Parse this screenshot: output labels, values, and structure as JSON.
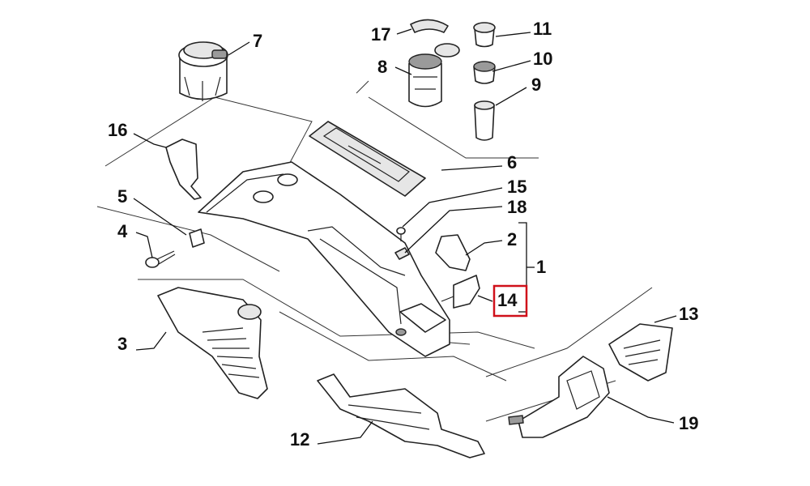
{
  "highlight": {
    "part": "14",
    "color": "#d0101a"
  },
  "callouts": [
    {
      "id": "17",
      "text": "17"
    },
    {
      "id": "11",
      "text": "11"
    },
    {
      "id": "7",
      "text": "7"
    },
    {
      "id": "8",
      "text": "8"
    },
    {
      "id": "10",
      "text": "10"
    },
    {
      "id": "9",
      "text": "9"
    },
    {
      "id": "16",
      "text": "16"
    },
    {
      "id": "6",
      "text": "6"
    },
    {
      "id": "5",
      "text": "5"
    },
    {
      "id": "15",
      "text": "15"
    },
    {
      "id": "18",
      "text": "18"
    },
    {
      "id": "4",
      "text": "4"
    },
    {
      "id": "2",
      "text": "2"
    },
    {
      "id": "1",
      "text": "1"
    },
    {
      "id": "14",
      "text": "14"
    },
    {
      "id": "3",
      "text": "3"
    },
    {
      "id": "13",
      "text": "13"
    },
    {
      "id": "12",
      "text": "12"
    },
    {
      "id": "19",
      "text": "19"
    }
  ]
}
